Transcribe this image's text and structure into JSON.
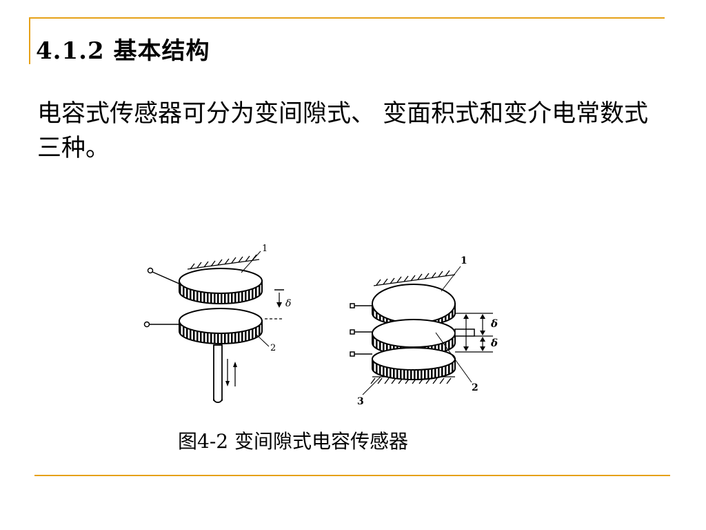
{
  "slide": {
    "title": "4.1.2 基本结构",
    "body": "电容式传感器可分为变间隙式、 变面积式和变介电常数式三种。",
    "caption": "图4-2 变间隙式电容传感器"
  },
  "figure": {
    "left": {
      "label_plate_top": "1",
      "label_plate_bottom": "2",
      "gap_symbol": "δ"
    },
    "right": {
      "label_top": "1",
      "label_middle": "2",
      "label_bottom": "3",
      "gap_symbol_1": "δ",
      "gap_symbol_2": "δ"
    }
  },
  "colors": {
    "accent_rule": "#e6a118"
  }
}
